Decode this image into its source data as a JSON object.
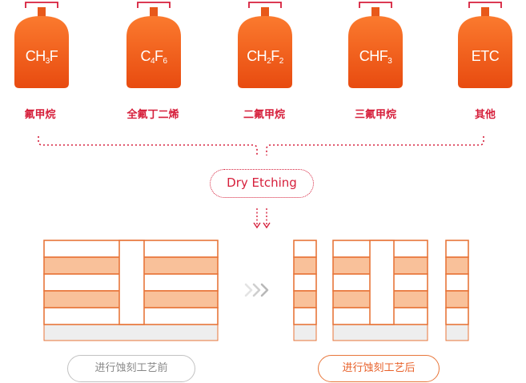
{
  "colors": {
    "accent_red": "#d61f3b",
    "tank_gradient_top": "#fb7a2e",
    "tank_gradient_bottom": "#e84b10",
    "layer_orange": "#f9c19a",
    "frame_orange": "#e8763a",
    "substrate_gray": "#eeeeee",
    "arrow_gray": "#c7c7c7",
    "pill_gray_border": "#c2c2c2",
    "text_gray": "#888888"
  },
  "gases": [
    {
      "formula_main": "CH",
      "formula_sub": "3",
      "formula_tail": "F",
      "formula_sub2": "",
      "name": "氟甲烷",
      "icon": "gas-cylinder-icon"
    },
    {
      "formula_main": "C",
      "formula_sub": "4",
      "formula_tail": "F",
      "formula_sub2": "6",
      "name": "全氟丁二烯",
      "icon": "gas-cylinder-icon"
    },
    {
      "formula_main": "CH",
      "formula_sub": "2",
      "formula_tail": "F",
      "formula_sub2": "2",
      "name": "二氟甲烷",
      "icon": "gas-cylinder-icon"
    },
    {
      "formula_main": "CHF",
      "formula_sub": "3",
      "formula_tail": "",
      "formula_sub2": "",
      "name": "三氟甲烷",
      "icon": "gas-cylinder-icon"
    },
    {
      "formula_main": "ETC",
      "formula_sub": "",
      "formula_tail": "",
      "formula_sub2": "",
      "name": "其他",
      "icon": "gas-cylinder-icon"
    }
  ],
  "process": {
    "label": "Dry Etching",
    "before_label": "进行蚀刻工艺前",
    "after_label": "进行蚀刻工艺后",
    "arrow_icon": "triple-chevron-right-icon",
    "down_arrow_icon": "double-dashed-down-arrow-icon"
  }
}
